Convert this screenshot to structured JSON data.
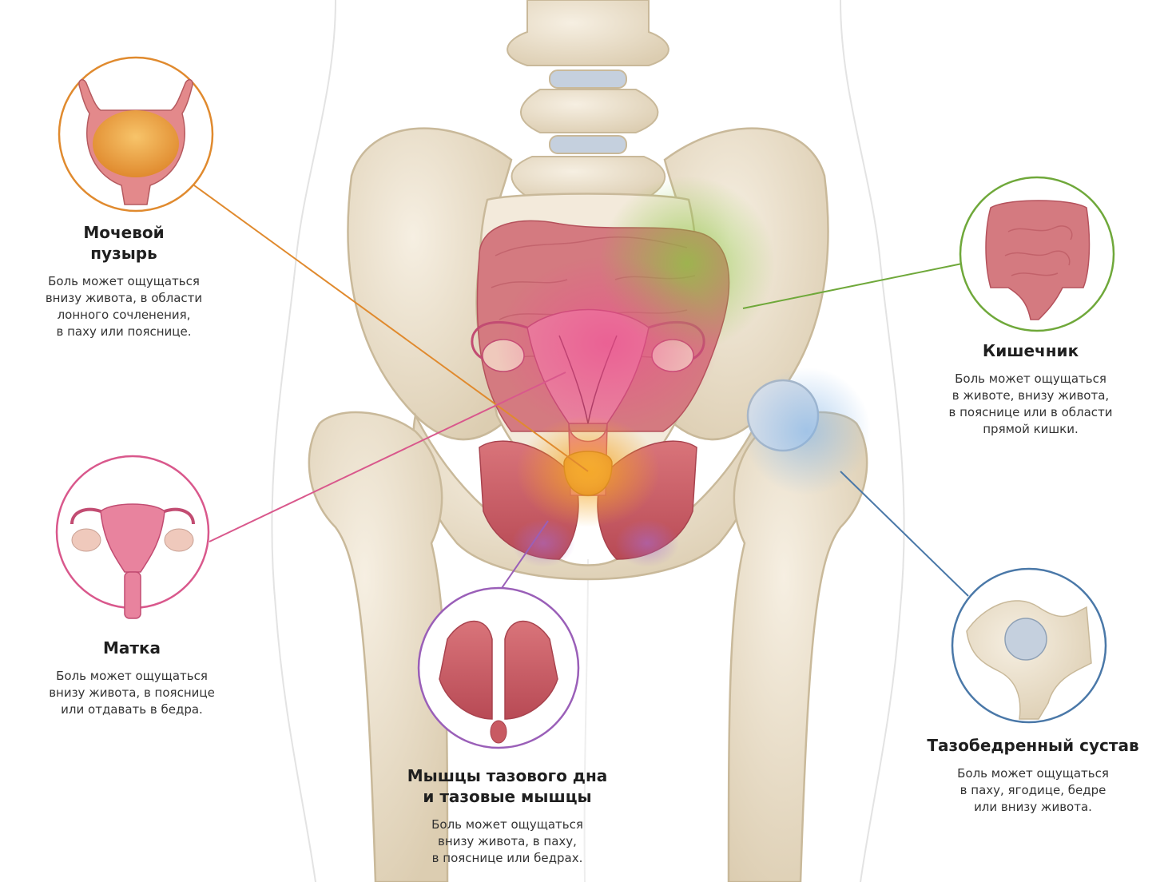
{
  "colors": {
    "bladder": "#E08A2E",
    "uterus": "#D9588C",
    "pelvic_floor": "#9A5FB8",
    "intestine": "#6FA83A",
    "hip_joint": "#4A78A8",
    "bone": "#EDE3D0",
    "bone_shadow": "#C9B99A",
    "muscle": "#C85A62",
    "bowel": "#D47A80",
    "cartilage": "#B9C6D6",
    "body_outline": "#E3E3E3"
  },
  "labels": {
    "bladder": {
      "title": "Мочевой\nпузырь",
      "description": "Боль может ощущаться\nвнизу живота, в области\nлонного сочленения,\nв паху или пояснице.",
      "icon": "bladder-icon"
    },
    "uterus": {
      "title": "Матка",
      "description": "Боль может ощущаться\nвнизу живота, в пояснице\nили отдавать в бедра.",
      "icon": "uterus-icon"
    },
    "pelvic_floor": {
      "title": "Мышцы тазового дна\nи тазовые мышцы",
      "description": "Боль может ощущаться\nвнизу живота, в паху,\nв пояснице или бедрах.",
      "icon": "pelvic-floor-muscles-icon"
    },
    "intestine": {
      "title": "Кишечник",
      "description": "Боль может ощущаться\nв животе, внизу живота,\nв пояснице или в области\nпрямой кишки.",
      "icon": "intestine-icon"
    },
    "hip_joint": {
      "title": "Тазобедренный сустав",
      "description": "Боль может ощущаться\nв паху, ягодице, бедре\nили внизу живота.",
      "icon": "hip-joint-icon"
    }
  }
}
